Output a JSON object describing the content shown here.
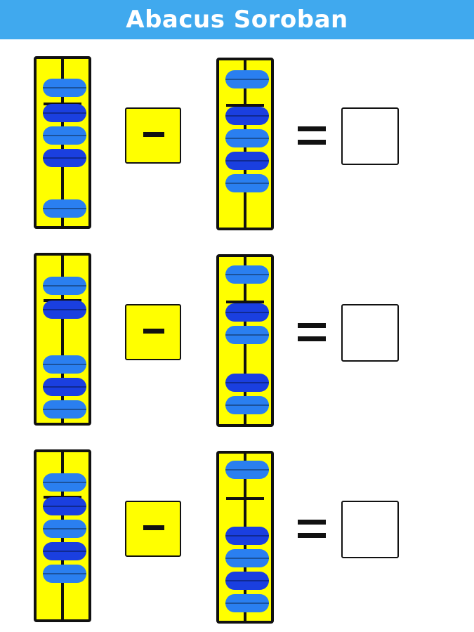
{
  "header": {
    "title": "Abacus Soroban",
    "background": "#40a9ee"
  },
  "colors": {
    "frame": "#ffff00",
    "outline": "#111111",
    "bead_dark": "#1a3fe0",
    "bead_light": "#2a7ff0"
  },
  "icons": {
    "operator": "minus-sign",
    "equals": "equals-sign"
  },
  "problems": [
    {
      "left_abacus": {
        "upper_beads": [
          28
        ],
        "lower_beads": [
          64,
          96,
          128,
          200
        ]
      },
      "right_abacus": {
        "upper_beads": [
          14
        ],
        "lower_beads": [
          66,
          98,
          130,
          162
        ]
      }
    },
    {
      "left_abacus": {
        "upper_beads": [
          30
        ],
        "lower_beads": [
          64,
          142,
          174,
          206
        ]
      },
      "right_abacus": {
        "upper_beads": [
          12
        ],
        "lower_beads": [
          66,
          98,
          166,
          198
        ]
      }
    },
    {
      "left_abacus": {
        "upper_beads": [
          30
        ],
        "lower_beads": [
          64,
          96,
          128,
          160
        ]
      },
      "right_abacus": {
        "upper_beads": [
          10
        ],
        "lower_beads": [
          104,
          136,
          168,
          200
        ]
      }
    }
  ]
}
